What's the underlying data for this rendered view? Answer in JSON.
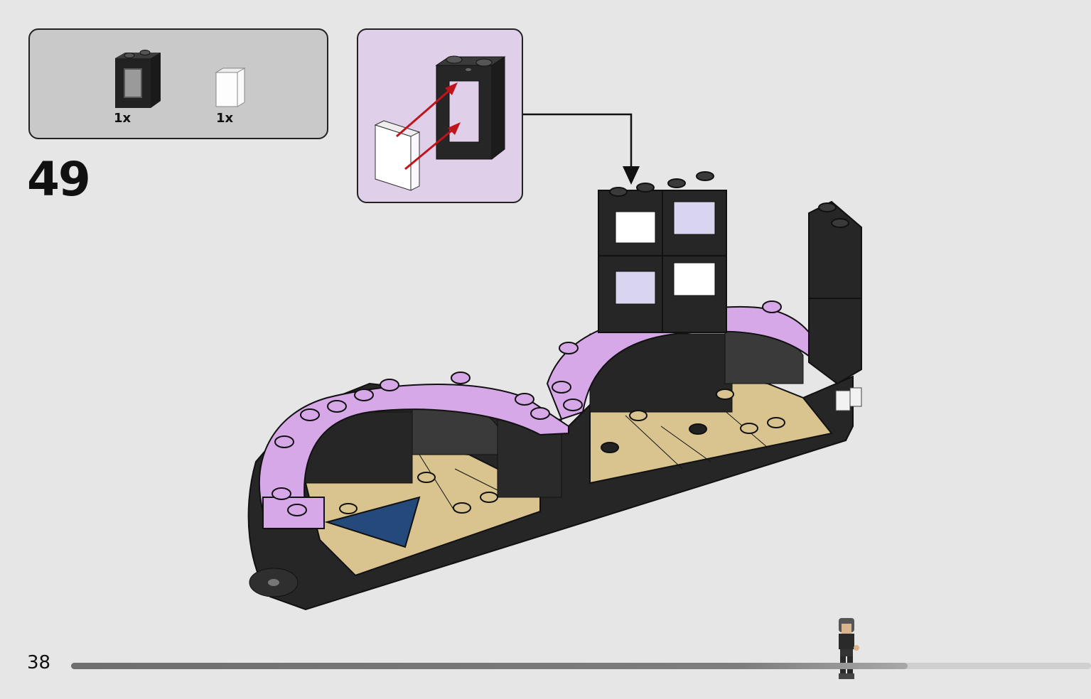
{
  "step": {
    "number": "49"
  },
  "parts": [
    {
      "name": "black-window-frame",
      "count": "1x",
      "color": "#222222"
    },
    {
      "name": "clear-window-pane",
      "count": "1x",
      "color": "#f4f4f4"
    }
  ],
  "page": {
    "number": "38",
    "progress_percent": 82
  },
  "colors": {
    "background": "#e6e6e6",
    "parts_box": "#c9c9c9",
    "callout_box": "#e0cfe8",
    "lavender": "#d7a8e8",
    "tan": "#d9c48f",
    "dark": "#2a2a2a",
    "navy": "#234a7a",
    "arrow_red": "#c0141c"
  }
}
